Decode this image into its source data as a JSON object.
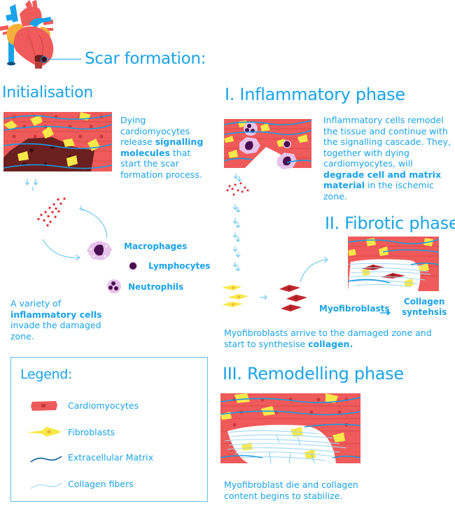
{
  "header": {
    "title": "Scar formation:"
  },
  "initialisation": {
    "title": "Initialisation",
    "description": {
      "part1": "Dying cardiomyocytes release ",
      "bold1": "signalling molecules",
      "part2": " that start the scar formation process."
    },
    "cell_labels": [
      "Macrophages",
      "Lymphocytes",
      "Neutrophils"
    ],
    "invade_text": {
      "part1": "A variety of ",
      "bold1": "inflammatory cells",
      "part2": " invade the damaged zone."
    }
  },
  "inflammatory": {
    "title": "I. Inflammatory phase",
    "description": {
      "part1": "Inflammatory cells remodel the tissue and continue with the signalling cascade. They, together with dying cardiomyocytes, will ",
      "bold1": "degrade cell and matrix material",
      "part2": " in the ischemic zone."
    }
  },
  "fibrotic": {
    "title": "II. Fibrotic phase",
    "myofibroblasts_label": "Myofibroblasts",
    "collagen_label_1": "Collagen",
    "collagen_label_2": "syntehsis",
    "description": {
      "part1": "Myofibroblasts arrive to the damaged zone and start to synthesise ",
      "bold1": "collagen."
    }
  },
  "remodelling": {
    "title": "III. Remodelling phase",
    "description": "Myofibroblast die and collagen content begins to stabilize."
  },
  "legend": {
    "title": "Legend:",
    "items": [
      {
        "label": "Cardiomyocytes",
        "icon": "cardiomyocyte-icon"
      },
      {
        "label": "Fibroblasts",
        "icon": "fibroblast-icon"
      },
      {
        "label": "Extracellular Matrix",
        "icon": "ecm-icon"
      },
      {
        "label": "Collagen fibers",
        "icon": "collagen-fiber-icon"
      }
    ]
  },
  "colors": {
    "text_blue": "#1aa3e8",
    "cardiomyocyte": "#ef5a5a",
    "dead_tissue": "#6b1f1f",
    "fibroblast": "#f7e84a",
    "myofibroblast": "#c0272d",
    "ecm": "#1a9be0",
    "collagen": "#9fd8f5",
    "signal": "#e0252b",
    "immune_nucleus": "#4a0e4e",
    "immune_cytoplasm": "#e6c3ea"
  }
}
